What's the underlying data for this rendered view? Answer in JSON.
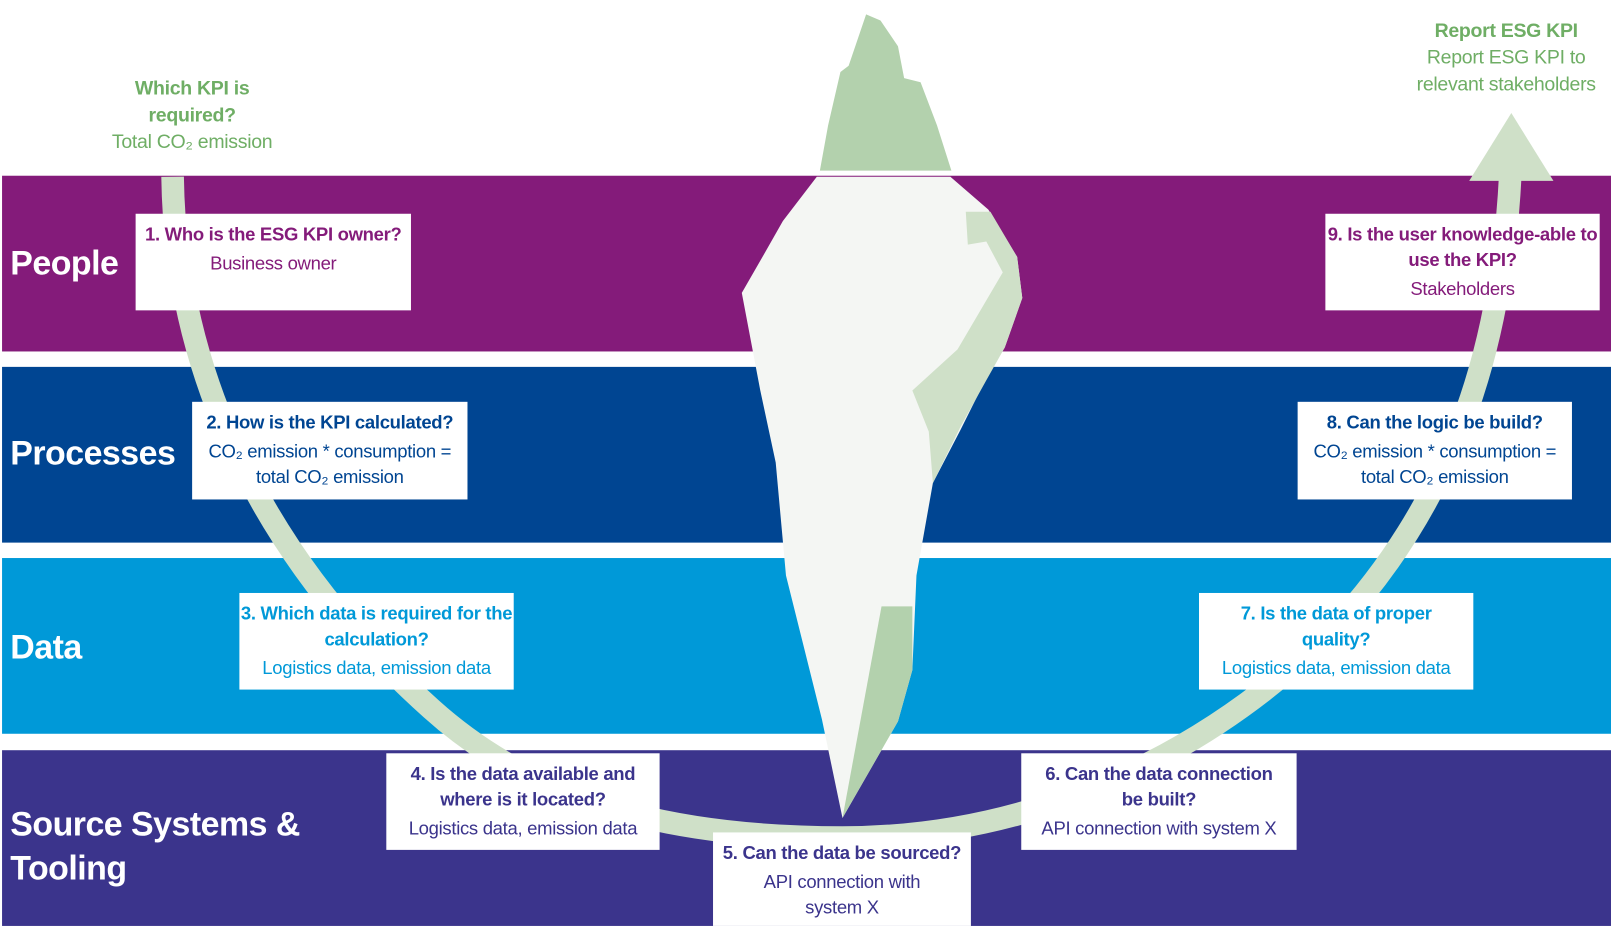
{
  "colors": {
    "people": "#841b7a",
    "processes": "#004592",
    "data": "#0099d8",
    "source": "#3b348c",
    "path": "#cfe0c8",
    "ice_green": "#b3d1ad",
    "note_green": "#6fae65"
  },
  "start": {
    "question": "Which KPI is required?",
    "answer": "Total CO₂ emission"
  },
  "end": {
    "question": "Report ESG KPI",
    "answer": "Report ESG KPI to relevant stakeholders"
  },
  "bands": [
    {
      "label": "People"
    },
    {
      "label": "Processes"
    },
    {
      "label": "Data"
    },
    {
      "label": "Source Systems & Tooling"
    }
  ],
  "steps": [
    {
      "question": "1. Who is the ESG KPI owner?",
      "answer": "Business owner"
    },
    {
      "question": "2. How is the KPI calculated?",
      "answer": "CO₂ emission * consumption = total CO₂ emission"
    },
    {
      "question": "3. Which data is required for the calculation?",
      "answer": "Logistics data, emission data"
    },
    {
      "question": "4. Is the data available and where is it located?",
      "answer": "Logistics data, emission data"
    },
    {
      "question": "5. Can the data be sourced?",
      "answer": "API connection with system X"
    },
    {
      "question": "6. Can the data connection be built?",
      "answer": "API connection with system X"
    },
    {
      "question": "7. Is the data of proper quality?",
      "answer": "Logistics data, emission data"
    },
    {
      "question": "8. Can the logic be build?",
      "answer": "CO₂ emission * consumption = total CO₂ emission"
    },
    {
      "question": "9. Is the user knowledge-able to use the KPI?",
      "answer": "Stakeholders"
    }
  ]
}
